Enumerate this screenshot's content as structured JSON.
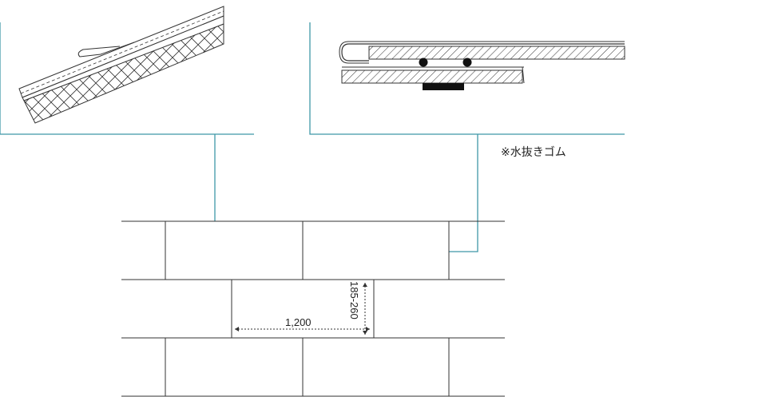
{
  "colors": {
    "leader": "#3f97a8",
    "line": "#333333",
    "fill_dark": "#111111",
    "background": "#ffffff"
  },
  "detail_note": "※水抜きゴム",
  "dimensions": {
    "width_label": "1,200",
    "height_label": "185-260"
  },
  "icons": [
    "roof-slope-section",
    "joint-section",
    "panel-layout-plan"
  ]
}
